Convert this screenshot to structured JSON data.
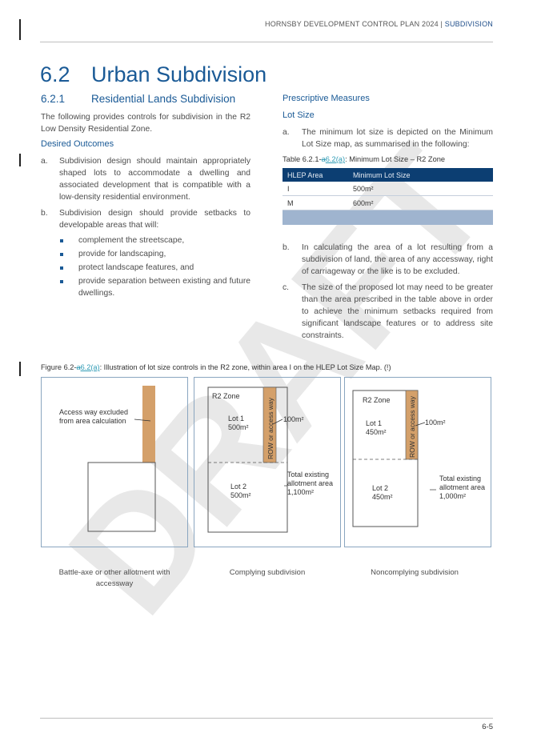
{
  "header": {
    "title": "HORNSBY DEVELOPMENT CONTROL PLAN 2024",
    "separator": " | ",
    "section": "SUBDIVISION"
  },
  "heading": {
    "number": "6.2",
    "title": "Urban Subdivision"
  },
  "subheading": {
    "number": "6.2.1",
    "title": "Residential Lands Subdivision"
  },
  "intro": "The following provides controls for subdivision in the R2 Low Density Residential Zone.",
  "desired_outcomes": {
    "title": "Desired Outcomes",
    "items": [
      {
        "marker": "a.",
        "text": "Subdivision design should maintain appropriately shaped lots to accommodate a dwelling and associated development that is compatible with a low-density residential environment."
      },
      {
        "marker": "b.",
        "text": "Subdivision design should provide setbacks to developable areas that will:"
      }
    ],
    "bullets": [
      "complement the streetscape,",
      "provide for landscaping,",
      "protect landscape features, and",
      "provide separation between existing and future dwellings."
    ]
  },
  "prescriptive": {
    "title": "Prescriptive Measures",
    "subtitle": "Lot Size",
    "item_a": {
      "marker": "a.",
      "text": "The minimum lot size is depicted on the Minimum Lot Size map, as summarised in the following:"
    },
    "table_caption": {
      "prefix": "Table 6.2.1-",
      "deleted": "a",
      "inserted": "6.2(a)",
      "suffix": ": Minimum Lot Size – R2 Zone"
    },
    "table": {
      "headers": [
        "HLEP Area",
        "Minimum Lot Size"
      ],
      "rows": [
        [
          "I",
          "500m²"
        ],
        [
          "M",
          "600m²"
        ]
      ]
    },
    "item_b": {
      "marker": "b.",
      "text": "In calculating the area of a lot resulting from a subdivision of land, the area of any accessway, right of carriageway or the like is to be excluded."
    },
    "item_c": {
      "marker": "c.",
      "text": "The size of the proposed lot may need to be greater than the area prescribed in the table above in order to achieve the minimum setbacks required from significant landscape features or to address site constraints."
    }
  },
  "figure": {
    "caption": {
      "prefix": "Figure 6.2-",
      "deleted": "a",
      "inserted": "6.2(a)",
      "suffix": ":  Illustration of lot size controls in the R2 zone, within area I on the HLEP Lot Size Map. (!)"
    },
    "panel1": {
      "label_line1": "Access way excluded",
      "label_line2": "from area calculation",
      "caption": "Battle-axe or other allotment with accessway"
    },
    "panel2": {
      "zone": "R2 Zone",
      "lot1": "Lot 1",
      "lot1_area": "500m²",
      "row": "ROW or access way",
      "row_area": "100m²",
      "lot2": "Lot 2",
      "lot2_area": "500m²",
      "total_line1": "Total existing",
      "total_line2": "allotment area",
      "total_area": "1,100m²",
      "caption": "Complying subdivision"
    },
    "panel3": {
      "zone": "R2 Zone",
      "lot1": "Lot 1",
      "lot1_area": "450m²",
      "row": "ROW or access way",
      "row_area": "100m²",
      "lot2": "Lot 2",
      "lot2_area": "450m²",
      "total_line1": "Total existing",
      "total_line2": "allotment area",
      "total_area": "1,000m²",
      "caption": "Noncomplying subdivision"
    }
  },
  "watermark": "DRAFT",
  "page_number": "6-5",
  "colors": {
    "heading": "#1a5a96",
    "table_header": "#0c3e72",
    "row_fill": "#d4a06a",
    "tracked_change": "#2f9bb5"
  }
}
